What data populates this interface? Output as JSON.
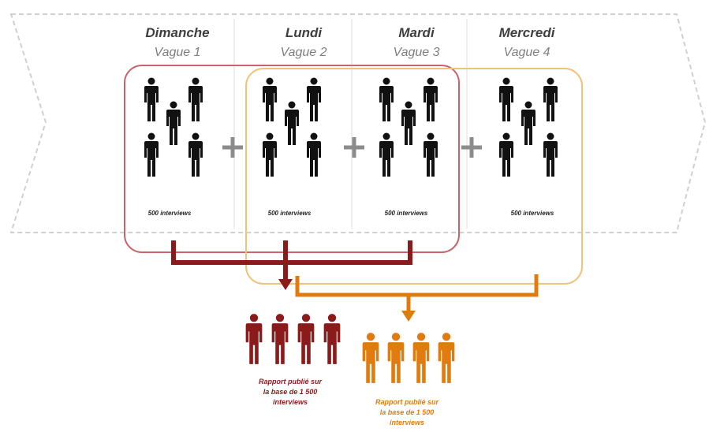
{
  "colors": {
    "group1": "#8b1a1a",
    "group2": "#e07b10",
    "group1_box": "#c9646c",
    "group2_box": "#f0c27a",
    "people": "#111111",
    "plus": "#8c8c8c",
    "arrow_band": "#d0d0d0"
  },
  "icons": [
    "person-icon",
    "plus-icon",
    "arrow-down-icon"
  ],
  "days": [
    {
      "day": "Dimanche",
      "wave": "Vague 1",
      "count": "500 interviews"
    },
    {
      "day": "Lundi",
      "wave": "Vague 2",
      "count": "500 interviews"
    },
    {
      "day": "Mardi",
      "wave": "Vague 3",
      "count": "500 interviews"
    },
    {
      "day": "Mercredi",
      "wave": "Vague 4",
      "count": "500 interviews"
    }
  ],
  "reports": [
    {
      "lines": [
        "Rapport publié sur",
        "la base de 1 500",
        "interviews"
      ]
    },
    {
      "lines": [
        "Rapport publié sur",
        "la base de 1 500",
        "interviews"
      ]
    }
  ]
}
